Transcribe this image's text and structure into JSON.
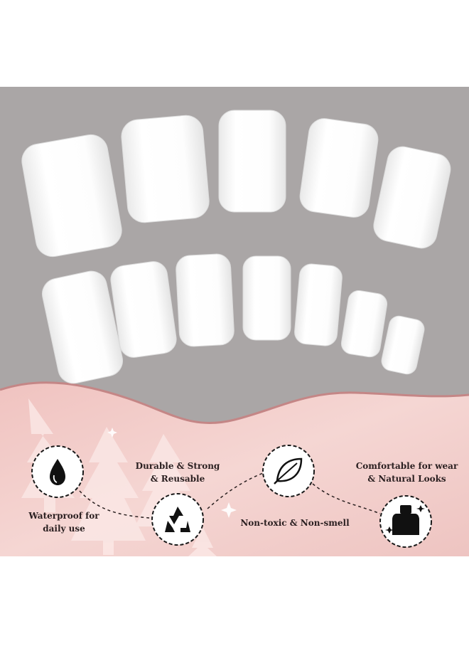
{
  "image": {
    "subject": "set of white square press-on nails",
    "colors": {
      "top_background": "#a9a5a5",
      "bottom_panel": "#f2cbc8",
      "divider": "#c88b8b",
      "nail": "#fbfbfb",
      "icon_border": "#1a1a1a"
    }
  },
  "features": [
    {
      "icon": "water-drop-icon",
      "lines": [
        "Waterproof for",
        "daily use"
      ]
    },
    {
      "icon": "recycle-icon",
      "lines": [
        "Durable & Strong",
        "& Reusable"
      ]
    },
    {
      "icon": "leaf-icon",
      "lines": [
        "Non-toxic & Non-smell"
      ]
    },
    {
      "icon": "nail-bottle-icon",
      "lines": [
        "Comfortable for wear",
        "& Natural Looks"
      ]
    }
  ]
}
